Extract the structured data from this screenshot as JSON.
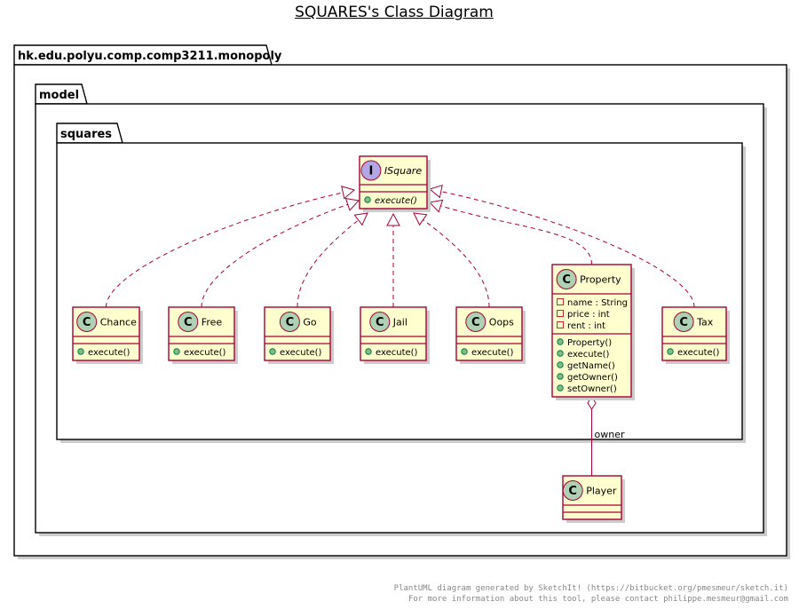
{
  "title": "SQUARES's Class Diagram",
  "packages": {
    "outer": "hk.edu.polyu.comp.comp3211.monopoly",
    "model": "model",
    "squares": "squares"
  },
  "interface": {
    "name": "ISquare",
    "stereotype_letter": "I",
    "methods": [
      "execute()"
    ]
  },
  "classes": [
    {
      "id": "chance",
      "name": "Chance",
      "fields": [],
      "methods": [
        "execute()"
      ]
    },
    {
      "id": "free",
      "name": "Free",
      "fields": [],
      "methods": [
        "execute()"
      ]
    },
    {
      "id": "go",
      "name": "Go",
      "fields": [],
      "methods": [
        "execute()"
      ]
    },
    {
      "id": "jail",
      "name": "Jail",
      "fields": [],
      "methods": [
        "execute()"
      ]
    },
    {
      "id": "oops",
      "name": "Oops",
      "fields": [],
      "methods": [
        "execute()"
      ]
    },
    {
      "id": "property",
      "name": "Property",
      "fields": [
        "name : String",
        "price : int",
        "rent : int"
      ],
      "methods": [
        "Property()",
        "execute()",
        "getName()",
        "getOwner()",
        "setOwner()"
      ]
    },
    {
      "id": "tax",
      "name": "Tax",
      "fields": [],
      "methods": [
        "execute()"
      ]
    },
    {
      "id": "player",
      "name": "Player",
      "fields": [],
      "methods": []
    }
  ],
  "association": {
    "label": "owner"
  },
  "footer": {
    "line1": "PlantUML diagram generated by SketchIt! (https://bitbucket.org/pmesmeur/sketch.it)",
    "line2": "For more information about this tool, please contact philippe.mesmeur@gmail.com"
  },
  "colors": {
    "class_fill": "#FEFECE",
    "class_border": "#A80036",
    "class_circle": "#ADD1B2",
    "interface_circle": "#B4A7E5",
    "visibility_public": "#84BE84",
    "package_border": "#000000",
    "shadow": "#CCCCCC"
  }
}
